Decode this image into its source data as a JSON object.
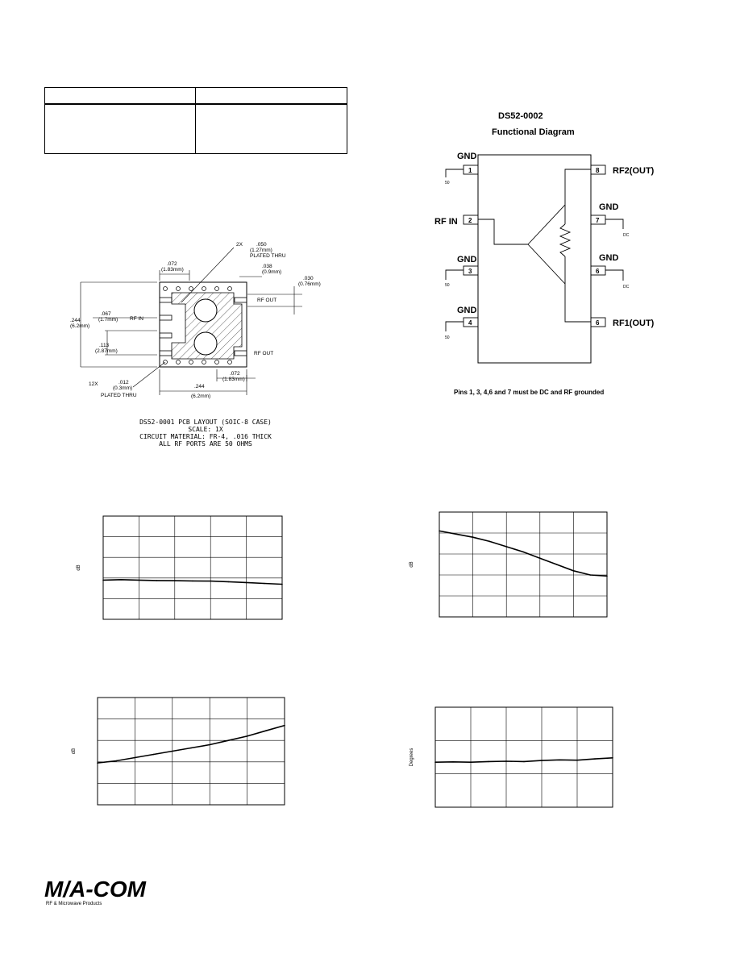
{
  "pcb": {
    "caption_line1": "DS52-0001 PCB LAYOUT (SOIC-8 CASE)",
    "caption_line2": "SCALE: 1X",
    "caption_line3": "CIRCUIT MATERIAL: FR-4, .016 THICK",
    "caption_line4": "ALL RF PORTS ARE 50 OHMS",
    "label_via_count": "2X",
    "label_via_dia": ".050",
    "label_via_dia_mm": "(1.27mm)",
    "label_plated_thru_top": "PLATED THRU",
    "label_072_top": ".072",
    "label_072_top_mm": "(1.83mm)",
    "label_038": ".038",
    "label_038_mm": "(0.9mm)",
    "label_030": ".030",
    "label_030_mm": "(0.76mm)",
    "label_244_left": ".244",
    "label_244_left_mm": "(6.2mm)",
    "label_067": ".067",
    "label_067_mm": "(1.7mm)",
    "label_113": ".113",
    "label_113_mm": "(2.87mm)",
    "label_12x": "12X",
    "label_012": ".012",
    "label_012_mm": "(0.3mm)",
    "label_plated_thru_bot": "PLATED THRU",
    "label_072_bot": ".072",
    "label_072_bot_mm": "(1.83mm)",
    "label_244_bot": ".244",
    "label_244_bot_mm": "(6.2mm)",
    "port_rf_in": "RF IN",
    "port_rf_out_top": "RF OUT",
    "port_rf_out_bot": "RF OUT"
  },
  "functional": {
    "part": "DS52-0002",
    "title": "Functional Diagram",
    "pins": [
      {
        "num": "1",
        "label": "GND",
        "tag": "50"
      },
      {
        "num": "2",
        "label": "RF IN",
        "tag": ""
      },
      {
        "num": "3",
        "label": "GND",
        "tag": "50"
      },
      {
        "num": "4",
        "label": "GND",
        "tag": "50"
      },
      {
        "num": "6",
        "label": "GND",
        "tag": "DC"
      },
      {
        "num": "7",
        "label": "GND",
        "tag": "DC"
      },
      {
        "num": "8",
        "label": "RF2(OUT)",
        "tag": ""
      },
      {
        "num": "6",
        "label": "RF1(OUT)",
        "tag": ""
      }
    ],
    "note": "Pins 1, 3, 4,6 and 7 must be DC and RF grounded"
  },
  "chart_data": [
    {
      "type": "line",
      "ylabel": "dB",
      "x": [
        0,
        0.1,
        0.2,
        0.3,
        0.4,
        0.5,
        0.6,
        0.7,
        0.8,
        0.9,
        1.0
      ],
      "series": [
        {
          "values": [
            1.9,
            1.92,
            1.9,
            1.88,
            1.87,
            1.86,
            1.85,
            1.82,
            1.78,
            1.74,
            1.7
          ]
        }
      ],
      "xlim": [
        0,
        1
      ],
      "ylim": [
        0,
        5
      ],
      "grid": true
    },
    {
      "type": "line",
      "ylabel": "dB",
      "x": [
        0,
        0.1,
        0.2,
        0.3,
        0.4,
        0.5,
        0.6,
        0.7,
        0.8,
        0.9,
        1.0
      ],
      "series": [
        {
          "values": [
            4.1,
            3.95,
            3.8,
            3.6,
            3.35,
            3.1,
            2.8,
            2.5,
            2.2,
            2.0,
            1.95
          ]
        }
      ],
      "xlim": [
        0,
        1
      ],
      "ylim": [
        0,
        5
      ],
      "grid": true
    },
    {
      "type": "line",
      "ylabel": "dB",
      "x": [
        0,
        0.1,
        0.2,
        0.3,
        0.4,
        0.5,
        0.6,
        0.7,
        0.8,
        0.9,
        1.0
      ],
      "series": [
        {
          "values": [
            1.95,
            2.05,
            2.2,
            2.35,
            2.5,
            2.65,
            2.8,
            3.0,
            3.2,
            3.45,
            3.7
          ]
        }
      ],
      "xlim": [
        0,
        1
      ],
      "ylim": [
        0,
        5
      ],
      "grid": true
    },
    {
      "type": "line",
      "ylabel": "Degrees",
      "x": [
        0,
        0.1,
        0.2,
        0.3,
        0.4,
        0.5,
        0.6,
        0.7,
        0.8,
        0.9,
        1.0
      ],
      "series": [
        {
          "values": [
            1.35,
            1.36,
            1.35,
            1.37,
            1.38,
            1.37,
            1.4,
            1.42,
            1.41,
            1.45,
            1.48
          ]
        }
      ],
      "xlim": [
        0,
        1
      ],
      "ylim": [
        0,
        3
      ],
      "grid": true
    }
  ],
  "logo": {
    "brand": "M/A-COM",
    "tagline": "RF & Microwave Products"
  }
}
